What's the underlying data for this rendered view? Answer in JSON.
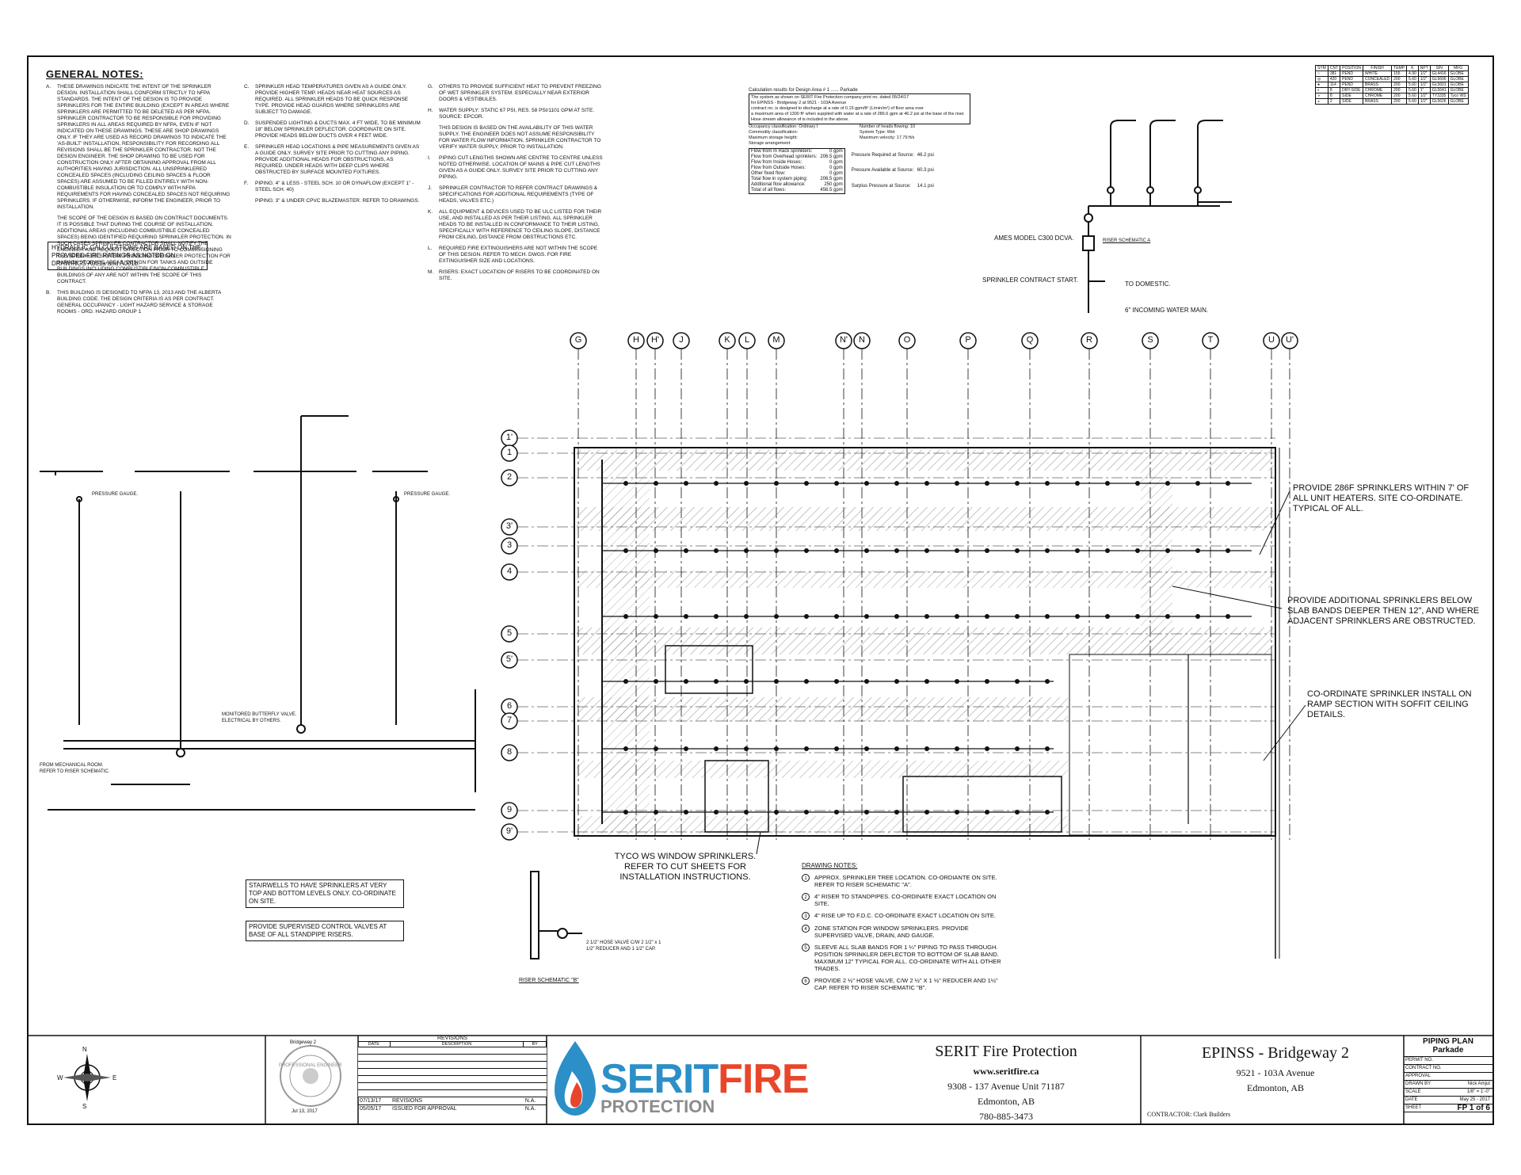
{
  "general_notes": {
    "title": "GENERAL NOTES:",
    "col1": [
      {
        "key": "A.",
        "text": "THESE DRAWINGS INDICATE THE INTENT OF THE SPRINKLER DESIGN. INSTALLATION SHALL CONFORM STRICTLY TO NFPA STANDARDS. THE INTENT OF THE DESIGN IS TO PROVIDE SPRINKLERS FOR THE ENTIRE BUILDING (EXCEPT IN AREAS WHERE SPRINKLERS ARE PERMITTED TO BE DELETED AS PER NFPA. SPRINKLER CONTRACTOR TO BE RESPONSIBLE FOR PROVIDING SPRINKLERS IN ALL AREAS REQUIRED BY NFPA, EVEN IF NOT INDICATED ON THESE DRAWINGS. THESE ARE SHOP DRAWINGS ONLY. IF THEY ARE USED AS RECORD DRAWINGS TO INDICATE THE 'AS-BUILT' INSTALLATION, RESPONSIBILITY FOR RECORDING ALL REVISIONS SHALL BE THE SPRINKLER CONTRACTOR. NOT THE DESIGN ENGINEER. THE SHOP DRAWING TO BE USED FOR CONSTRUCTION ONLY AFTER OBTAINING APPROVAL FROM ALL AUTHORITIES HAVING JURISDICTION. ALL UNSPRINKLERED CONCEALED SPACES (INCLUDING CEILING SPACES & FLOOR SPACES) ARE ASSUMED TO BE FILLED ENTIRELY WITH NON-COMBUSTIBLE INSULATION OR TO COMPLY WITH NFPA REQUIREMENTS FOR HAVING CONCEALED SPACES NOT REQUIRING SPRINKLERS. IF OTHERWISE, INFORM THE ENGINEER, PRIOR TO INSTALLATION."
      },
      {
        "key": "",
        "text": "THE SCOPE OF THE DESIGN IS BASED ON CONTRACT DOCUMENTS. IT IS POSSIBLE THAT DURING THE COURSE OF INSTALLATION, ADDITIONAL AREAS (INCLUDING COMBUSTIBLE CONCEALED SPACES) BEING IDENTIFIED REQUIRING SPRINKLER PROTECTION. IN SUCH CASES SPRINKLER CONTRACTOR SHALL NOTIFY THE ENGINEER AND REQUEST DIRECTION PRIOR TO COMMISSIONING THE SPRINKLER SYSTEM. PROVIDING SPRINKLER PROTECTION FOR IN-RACK STORAGE AREAS, DESIGN FOR TANKS AND OUTSIDE BUILDINGS INCLUDING COMBUSTIBLE/NON-COMBUSTIBLE BUILDINGS OF ANY ARE NOT WITHIN THE SCOPE OF THIS CONTRACT."
      },
      {
        "key": "B.",
        "text": "THIS BUILDING IS DESIGNED TO NFPA 13, 2013 AND THE ALBERTA BUILDING CODE. THE DESIGN CRITERIA IS AS PER CONTRACT. GENERAL OCCUPANCY - LIGHT HAZARD SERVICE & STORAGE ROOMS - ORD. HAZARD GROUP 1"
      }
    ],
    "col2": [
      {
        "key": "C.",
        "text": "SPRINKLER HEAD TEMPERATURES GIVEN AS A GUIDE ONLY. PROVIDE HIGHER TEMP. HEADS NEAR HEAT SOURCES AS REQUIRED. ALL SPRINKLER HEADS TO BE QUICK RESPONSE TYPE. PROVIDE HEAD GUARDS WHERE SPRINKLERS ARE SUBJECT TO DAMAGE."
      },
      {
        "key": "D.",
        "text": "SUSPENDED LIGHTING & DUCTS MAX. 4 FT WIDE, TO BE MINIMUM 18\" BELOW SPRINKLER DEFLECTOR. COORDINATE ON SITE. PROVIDE HEADS BELOW DUCTS OVER 4 FEET WIDE."
      },
      {
        "key": "E.",
        "text": "SPRINKLER HEAD LOCATIONS & PIPE MEASUREMENTS GIVEN AS A GUIDE ONLY. SURVEY SITE PRIOR TO CUTTING ANY PIPING. PROVIDE ADDITIONAL HEADS FOR OBSTRUCTIONS, AS REQUIRED. UNDER HEADS WITH DEEP CLIPS WHERE OBSTRUCTED BY SURFACE MOUNTED FIXTURES."
      },
      {
        "key": "F.",
        "text": "PIPING: 4\" & LESS - STEEL SCH. 10 OR DYNAFLOW (EXCEPT 1\" - STEEL SCH. 40)"
      },
      {
        "key": "",
        "text": "PIPING: 3\" & UNDER CPVC BLAZEMASTER. REFER TO DRAWINGS."
      }
    ],
    "col3": [
      {
        "key": "G.",
        "text": "OTHERS TO PROVIDE SUFFICIENT HEAT TO PREVENT FREEZING OF WET SPRINKLER SYSTEM. ESPECIALLY NEAR EXTERIOR DOORS & VESTIBULES."
      },
      {
        "key": "H.",
        "text": "WATER SUPPLY: STATIC 67 PSI, RES. 58 PSI/1101 GPM AT SITE. SOURCE: EPCOR."
      },
      {
        "key": "",
        "text": "THIS DESIGN IS BASED ON THE AVAILABILITY OF THIS WATER SUPPLY. THE ENGINEER DOES NOT ASSUME RESPONSIBILITY FOR WATER FLOW INFORMATION. SPRINKLER CONTRACTOR TO VERIFY WATER SUPPLY, PRIOR TO INSTALLATION."
      },
      {
        "key": "I.",
        "text": "PIPING CUT LENGTHS SHOWN ARE CENTRE TO CENTRE UNLESS NOTED OTHERWISE. LOCATION OF MAINS & PIPE CUT LENGTHS GIVEN AS A GUIDE ONLY. SURVEY SITE PRIOR TO CUTTING ANY PIPING."
      },
      {
        "key": "J.",
        "text": "SPRINKLER CONTRACTOR TO REFER CONTRACT DRAWINGS & SPECIFICATIONS FOR ADDITIONAL REQUIREMENTS (TYPE OF HEADS, VALVES ETC.)"
      },
      {
        "key": "K.",
        "text": "ALL EQUIPMENT & DEVICES USED TO BE ULC LISTED FOR THEIR USE, AND INSTALLED AS PER THEIR LISTING. ALL SPRINKLER HEADS TO BE INSTALLED IN CONFORMANCE TO THEIR LISTING, SPECIFICALLY WITH REFERENCE TO CEILING SLOPE, DISTANCE FROM CEILING, DISTANCE FROM OBSTRUCTIONS ETC."
      },
      {
        "key": "L.",
        "text": "REQUIRED FIRE EXTINGUISHERS ARE NOT WITHIN THE SCOPE OF THIS DESIGN. REFER TO MECH. DWGS. FOR FIRE EXTINGUISHER SIZE AND LOCATIONS."
      },
      {
        "key": "M.",
        "text": "RISERS: EXACT LOCATION OF RISERS TO BE COORDINATED ON SITE."
      }
    ],
    "hydraulic_note": "HYDRAULIC CALCULATIONS ARE BASED ON THE PROVIDED FIRE RATINGS AS NOTED ON DRAWINGS A001a and A001b."
  },
  "calc_summary": {
    "heading": "Calculation results for Design Area # 1 ...... Parkade",
    "lines": [
      "The system as shown on SERIT Fire Protection company print no. dated 05/24/17",
      "for EPINSS - Bridgeway 2 at 9521 - 103A Avenue",
      "contract no. is designed to discharge at a rate of 0.15 gpm/ft² (L/min/m²) of floor area over",
      "a maximum area of 1300 ft² when supplied with water at a rate of 286.6 gpm at 46.2 psi at the base of the riser.",
      "Hose stream allowance of is included in the above."
    ],
    "occupancy": "Occupancy classification: Ordinary I",
    "commodity": "Commodity classification:",
    "storage_height": "Maximum storage height:",
    "storage_arr": "Storage arrangement:",
    "heads_flowing": "Number of heads flowing: 10",
    "system_type": "System Type: Wet",
    "max_velocity": "Maximum velocity: 17.79 ft/s",
    "flows": [
      [
        "Flow from In Rack sprinklers:",
        "0 gpm"
      ],
      [
        "Flow from Overhead sprinklers:",
        "206.5 gpm"
      ],
      [
        "Flow from Inside Hoses:",
        "0 gpm"
      ],
      [
        "Flow from Outside Hoses:",
        "0 gpm"
      ],
      [
        "Other fixed flow:",
        "0 gpm"
      ],
      [
        "Total flow in system piping:",
        "206.5 gpm"
      ],
      [
        "Additional flow allowance:",
        "250 gpm"
      ],
      [
        "Total of all flows:",
        "456.5 gpm"
      ]
    ],
    "pressures": [
      [
        "Pressure Required at Source:",
        "46.2 psi"
      ],
      [
        "Pressure Available at Source:",
        "60.3 psi"
      ],
      [
        "Surplus Pressure at Source:",
        "14.1 psi"
      ]
    ]
  },
  "head_schedule": {
    "headers": [
      "SYM",
      "CNT",
      "POSITION",
      "FINISH",
      "TEMP",
      "K",
      "NPT",
      "SIN",
      "MFG"
    ],
    "rows": [
      [
        "○",
        "381",
        "PEND",
        "WHITE",
        "155",
        "4.90",
        "1/2\"",
        "GL4416",
        "GLOBE"
      ],
      [
        "◎",
        "420",
        "PEND",
        "CONCEALED",
        "200",
        "5.60",
        "1/2\"",
        "GL5606",
        "GLOBE"
      ],
      [
        "●",
        "114",
        "PEND",
        "BRASS",
        "200",
        "5.60",
        "1/2\"",
        "GL5601",
        "GLOBE"
      ],
      [
        "◐",
        "8",
        "DRY-SIDE",
        "CHROME",
        "200",
        "5.60",
        "1\"",
        "GL5641",
        "GLOBE"
      ],
      [
        "◑",
        "8",
        "SIDE",
        "CHROME",
        "200",
        "5.60",
        "1/2\"",
        "TY3335",
        "Tyco WS"
      ],
      [
        "◒",
        "2",
        "SIDE",
        "BRASS",
        "200",
        "5.60",
        "1/2\"",
        "GL5626",
        "GLOBE"
      ]
    ]
  },
  "riser_schematic_a": {
    "label": "RISER SCHEMATIC A",
    "ames": "AMES MODEL C300 DCVA.",
    "contract_start": "SPRINKLER CONTRACT START.",
    "to_domestic": "TO DOMESTIC.",
    "incoming": "6\" INCOMING WATER MAIN."
  },
  "riser_schematic_b": {
    "label": "RISER SCHEMATIC \"B\"",
    "hose_note": "2 1/2\" HOSE VALVE C/W 2 1/2\" x 1 1/2\" REDUCER AND 1 1/2\" CAP."
  },
  "standpipes": {
    "pressure_gauge": "PRESSURE GAUGE.",
    "monitored_valve": "MONITORED BUTTERFLY VALVE. ELECTRICAL BY OTHERS.",
    "from_mech": "FROM MECHANICAL ROOM. REFER TO RISER SCHEMATIC."
  },
  "grid": {
    "cols": [
      "G",
      "H",
      "H'",
      "J",
      "K",
      "L",
      "M",
      "N'",
      "N",
      "O",
      "P",
      "Q",
      "R",
      "S",
      "T",
      "U",
      "U'"
    ],
    "rows": [
      "1'",
      "1",
      "2",
      "3'",
      "3",
      "4",
      "5",
      "5'",
      "6",
      "7",
      "8",
      "9",
      "9'"
    ]
  },
  "callouts": {
    "c1": "PROVIDE 286F SPRINKLERS WITHIN 7' OF ALL UNIT HEATERS. SITE CO-ORDINATE. TYPICAL OF ALL.",
    "c2": "PROVIDE ADDITIONAL SPRINKLERS BELOW SLAB BANDS DEEPER THEN 12\", AND WHERE ADJACENT SPRINKLERS ARE OBSTRUCTED.",
    "c3": "CO-ORDINATE SPRINKLER INSTALL ON RAMP SECTION WITH SOFFIT CEILING DETAILS.",
    "c4": "TYCO WS WINDOW SPRINKLERS. REFER TO CUT SHEETS FOR INSTALLATION INSTRUCTIONS."
  },
  "side_notes": {
    "stairwells": "STAIRWELLS TO HAVE SPRINKLERS AT VERY TOP AND BOTTOM LEVELS ONLY. CO-ORDINATE ON SITE.",
    "valves": "PROVIDE SUPERVISED CONTROL VALVES AT BASE OF ALL STANDPIPE RISERS."
  },
  "drawing_notes": {
    "title": "DRAWING NOTES:",
    "items": [
      {
        "num": "1",
        "text": "APPROX. SPRINKLER TREE LOCATION. CO-ORDIANTE ON SITE. REFER TO RISER SCHEMATIC \"A\"."
      },
      {
        "num": "2",
        "text": "4\" RISER TO STANDPIPES. CO-ORDINATE EXACT LOCATION ON SITE."
      },
      {
        "num": "3",
        "text": "4\" RISE UP TO F.D.C. CO-ORDINATE EXACT LOCATION ON SITE."
      },
      {
        "num": "4",
        "text": "ZONE STATION FOR WINDOW SPRINKLERS. PROVIDE SUPERVISED VALVE, DRAIN, AND GAUGE."
      },
      {
        "num": "5",
        "text": "SLEEVE ALL SLAB BANDS FOR 1 ¼\" PIPING TO PASS THROUGH. POSITION SPRINKLER DEFLECTOR TO BOTTOM OF SLAB BAND. MAXIMUM 12\" TYPICAL FOR ALL. CO-ORDINATE WITH ALL OTHER TRADES."
      },
      {
        "num": "6",
        "text": "PROVIDE 2 ½\" HOSE VALVE, C/W 2 ½\" X 1 ½\" REDUCER AND 1½\" CAP. REFER TO RISER SCHEMATIC \"B\"."
      }
    ]
  },
  "title_block": {
    "north": "N",
    "south": "S",
    "east": "E",
    "west": "W",
    "seal_top": "Bridgeway 2",
    "seal_ring": "PROFESSIONAL ENGINEER",
    "seal_date": "Jul 13, 2017",
    "revisions_title": "REVISIONS",
    "rev_headers": [
      "DATE",
      "DESCRIPTION",
      "BY"
    ],
    "revisions": [
      [
        "07/13/17",
        "REVISIONS",
        "N.A."
      ],
      [
        "05/05/17",
        "ISSUED FOR APPROVAL",
        "N.A."
      ]
    ],
    "logo_main_1": "SERIT",
    "logo_main_2": "FIRE",
    "logo_sub": "PROTECTION",
    "company_name": "SERIT Fire Protection",
    "company_web": "www.seritfire.ca",
    "company_addr": "9308 - 137 Avenue Unit 71187",
    "company_city": "Edmonton, AB",
    "company_phone": "780-885-3473",
    "project_name": "EPINSS - Bridgeway 2",
    "project_addr": "9521 - 103A Avenue",
    "project_city": "Edmonton, AB",
    "contractor": "CONTRACTOR: Clark Builders",
    "sheet_title": "PIPING PLAN",
    "sheet_sub": "Parkade",
    "fields": [
      [
        "PERMIT NO.",
        ""
      ],
      [
        "CONTRACT NO.",
        ""
      ],
      [
        "APPROVAL",
        ""
      ],
      [
        "DRAWN BY",
        "Nick Amjut"
      ],
      [
        "SCALE",
        "1/8\" = 1'-0\""
      ],
      [
        "DATE",
        "May 25 - 2017"
      ],
      [
        "SHEET",
        "FP 1 of 6"
      ]
    ]
  }
}
